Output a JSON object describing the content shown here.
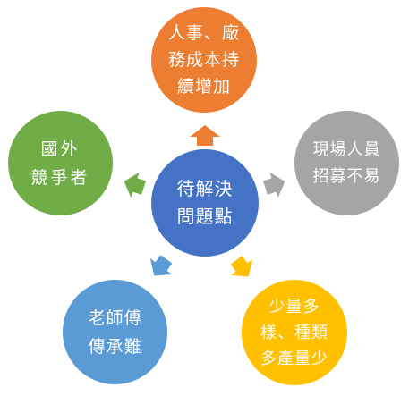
{
  "colors": {
    "center": "#4472c4",
    "top": "#ed7d31",
    "right": "#a5a5a5",
    "bottom_right": "#ffc000",
    "bottom_left": "#5b9bd5",
    "left": "#70ad47"
  },
  "center": {
    "lines": [
      "待解決",
      "問題點"
    ]
  },
  "nodes": {
    "top": {
      "lines": [
        "人事、廠",
        "務成本持",
        "續增加"
      ]
    },
    "right": {
      "lines": [
        "現場人員",
        "招募不易"
      ]
    },
    "bottom_right": {
      "lines": [
        "少量多",
        "樣、種類",
        "多產量少"
      ]
    },
    "bottom_left": {
      "lines": [
        "老師傅",
        "傳承難"
      ]
    },
    "left": {
      "lines": [
        "國外",
        "競爭者"
      ]
    }
  }
}
